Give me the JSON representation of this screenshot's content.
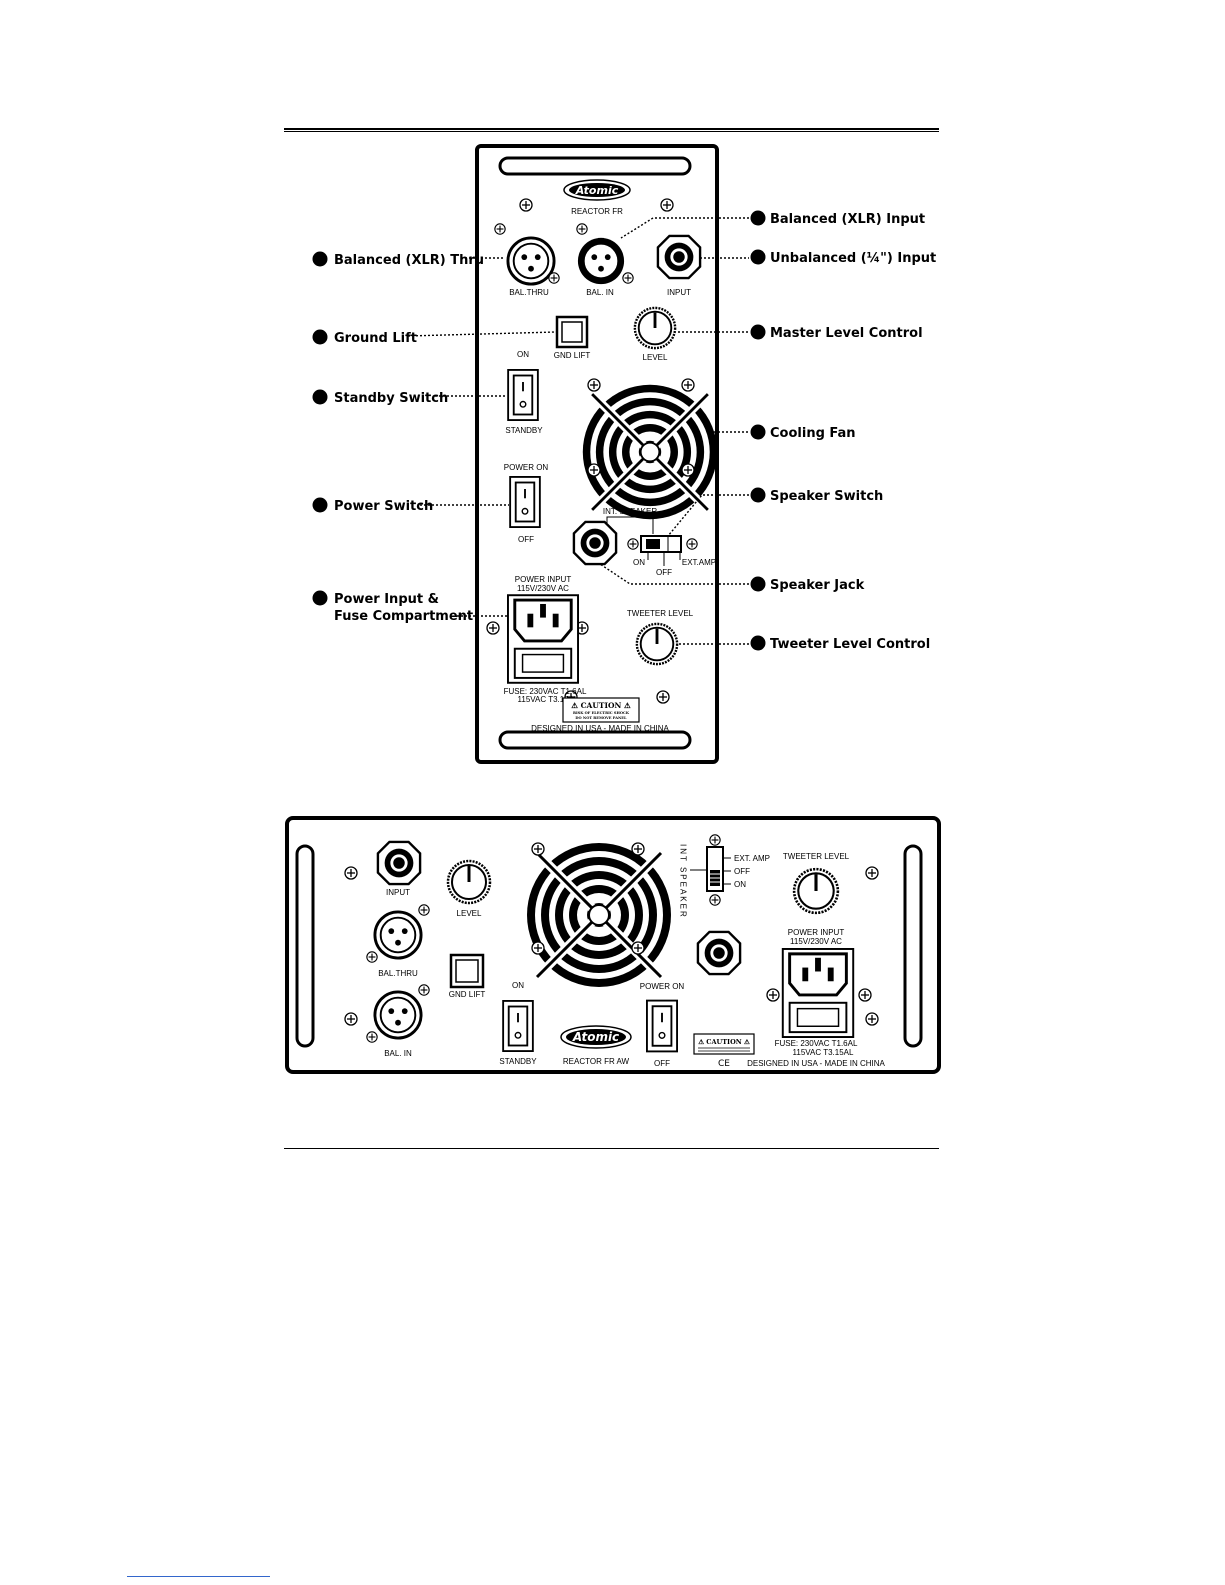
{
  "vertical_panel": {
    "brand": "Atomic",
    "model": "REACTOR FR",
    "labels": {
      "bal_thru": "BAL.THRU",
      "bal_in": "BAL. IN",
      "input": "INPUT",
      "gnd_lift": "GND LIFT",
      "level": "LEVEL",
      "on": "ON",
      "standby": "STANDBY",
      "power_on": "POWER ON",
      "off": "OFF",
      "int_speaker": "INT. SPEAKER",
      "switch_on": "ON",
      "switch_off": "OFF",
      "ext_amp": "EXT.AMP",
      "power_input": "POWER INPUT",
      "voltage": "115V/230V AC",
      "tweeter_level": "TWEETER LEVEL",
      "fuse_line1": "FUSE: 230VAC T1.6AL",
      "fuse_line2": "115VAC T3.15AL",
      "caution": "⚠ CAUTION ⚠",
      "caution_sub1": "RISK OF ELECTRIC SHOCK",
      "caution_sub2": "DO NOT REMOVE PANEL",
      "designed": "DESIGNED IN USA - MADE IN CHINA"
    }
  },
  "callouts": {
    "bal_thru": "Balanced (XLR) Thru",
    "ground_lift": "Ground Lift",
    "standby": "Standby Switch",
    "power_switch": "Power Switch",
    "power_input_1": "Power Input &",
    "power_input_2": "Fuse Compartment",
    "bal_in": "Balanced (XLR) Input",
    "unbal_in": "Unbalanced (¼\") Input",
    "master_level": "Master Level Control",
    "fan": "Cooling Fan",
    "speaker_switch": "Speaker Switch",
    "speaker_jack": "Speaker Jack",
    "tweeter": "Tweeter Level Control"
  },
  "horizontal_panel": {
    "brand": "Atomic",
    "model": "REACTOR FR AW",
    "labels": {
      "input": "INPUT",
      "level": "LEVEL",
      "bal_thru": "BAL.THRU",
      "gnd_lift": "GND LIFT",
      "bal_in": "BAL. IN",
      "on": "ON",
      "standby": "STANDBY",
      "power_on": "POWER ON",
      "off": "OFF",
      "ext_amp": "EXT. AMP",
      "switch_off": "OFF",
      "switch_on": "ON",
      "int_speaker_vertical": "INT SPEAKER",
      "tweeter_level": "TWEETER LEVEL",
      "power_input": "POWER INPUT",
      "voltage": "115V/230V AC",
      "fuse_line1": "FUSE: 230VAC T1.6AL",
      "fuse_line2": "115VAC T3.15AL",
      "caution": "⚠ CAUTION ⚠",
      "ce": "CE",
      "designed": "DESIGNED IN USA - MADE IN CHINA"
    }
  }
}
